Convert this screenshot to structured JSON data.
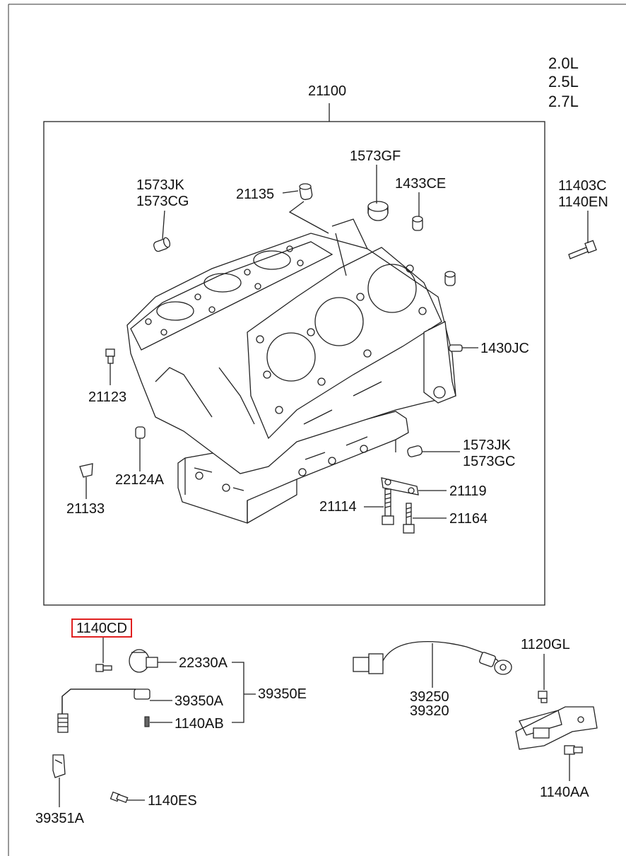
{
  "colors": {
    "highlight": "#e02020",
    "line": "#222222",
    "background": "#ffffff"
  },
  "variants": [
    "2.0L",
    "2.5L",
    "2.7L"
  ],
  "labels": {
    "p21100": "21100",
    "p1573GF": "1573GF",
    "p1573JK_a": "1573JK",
    "p1573CG": "1573CG",
    "p21135": "21135",
    "p1433CE": "1433CE",
    "p11403C": "11403C",
    "p1140EN": "1140EN",
    "p1430JC": "1430JC",
    "p21123": "21123",
    "p22124A": "22124A",
    "p21133": "21133",
    "p1573JK_b": "1573JK",
    "p1573GC": "1573GC",
    "p21119": "21119",
    "p21114": "21114",
    "p21164": "21164",
    "p1140CD": "1140CD",
    "p22330A": "22330A",
    "p39350A": "39350A",
    "p39350E": "39350E",
    "p1140AB": "1140AB",
    "p39351A": "39351A",
    "p1140ES": "1140ES",
    "p39250": "39250",
    "p39320": "39320",
    "p1120GL": "1120GL",
    "p1140AA": "1140AA"
  }
}
